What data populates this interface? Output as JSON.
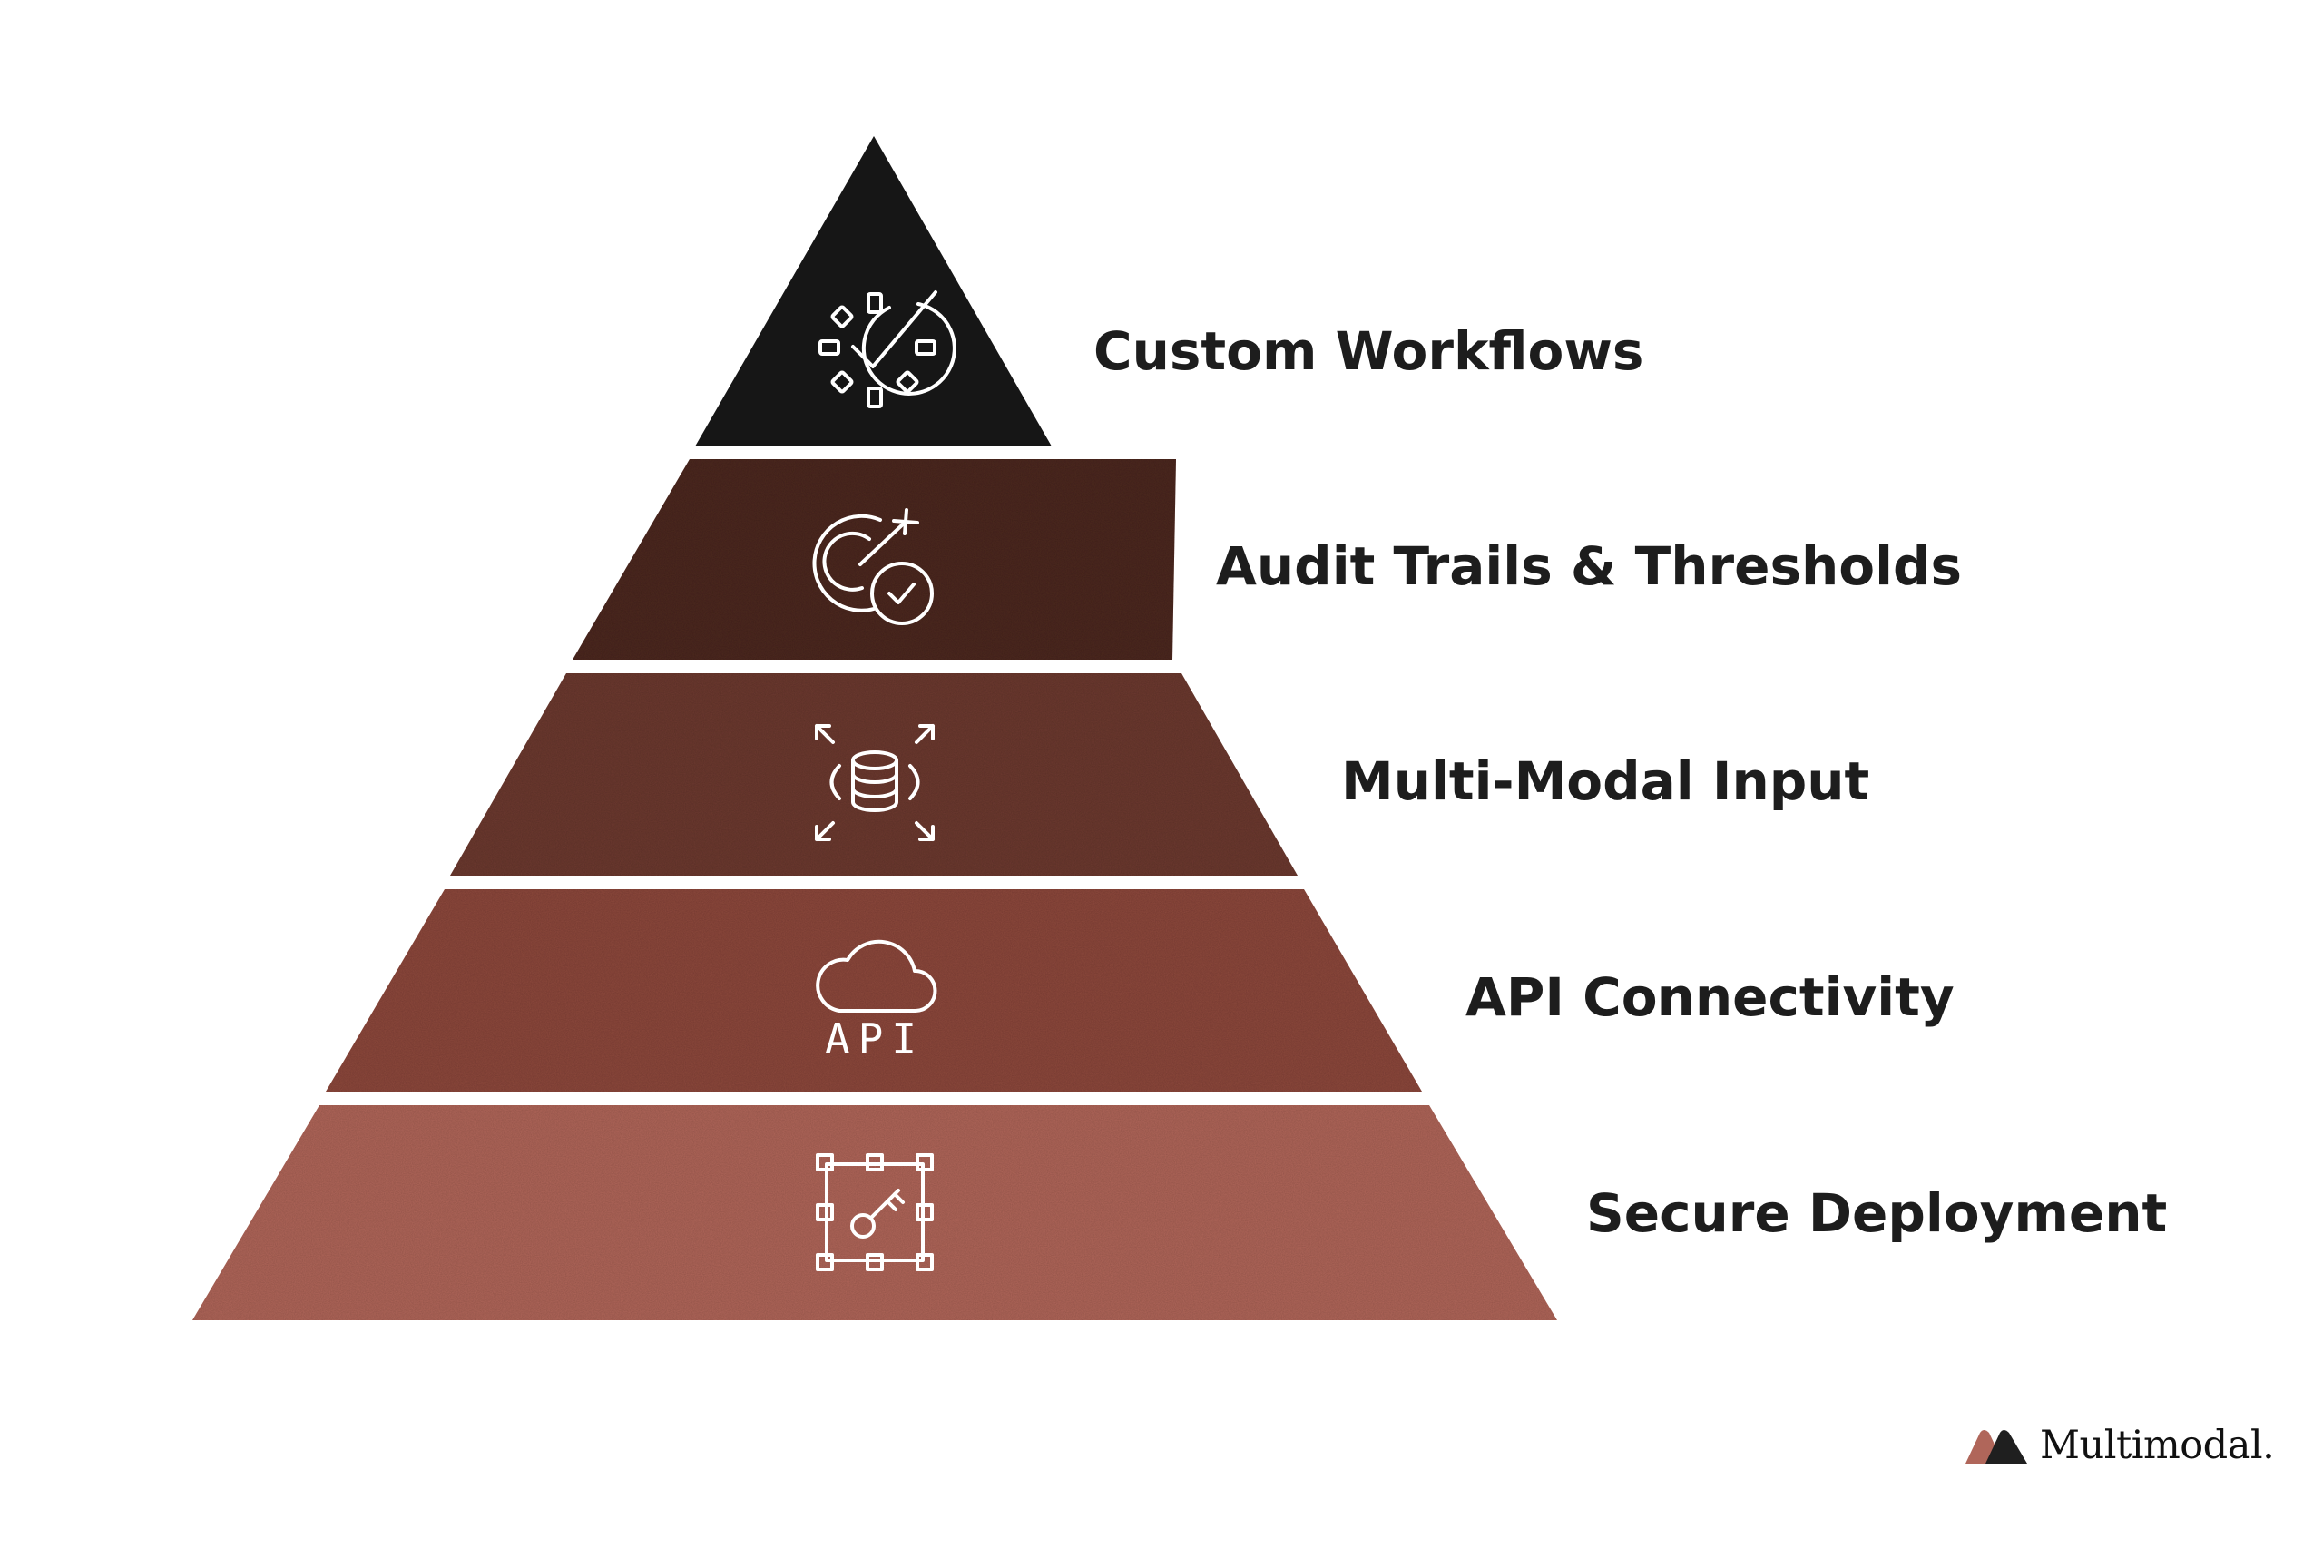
{
  "diagram": {
    "type": "pyramid",
    "tiers": [
      {
        "label": "Custom Workflows",
        "icon": "gear-check-icon",
        "color": "#1f1f1f"
      },
      {
        "label": "Audit Trails & Thresholds",
        "icon": "target-check-icon",
        "color": "#4e2a24"
      },
      {
        "label": "Multi-Modal Input",
        "icon": "database-expand-icon",
        "color": "#6d3b31"
      },
      {
        "label": "API Connectivity",
        "icon": "cloud-api-icon",
        "color": "#8d4a3d"
      },
      {
        "label": "Secure Deployment",
        "icon": "secure-key-chip-icon",
        "color": "#b0665a"
      }
    ],
    "api_icon_text": "API"
  },
  "brand": {
    "name": "Multimodal.",
    "mark_colors": [
      "#b0665a",
      "#1f1f1f"
    ]
  }
}
